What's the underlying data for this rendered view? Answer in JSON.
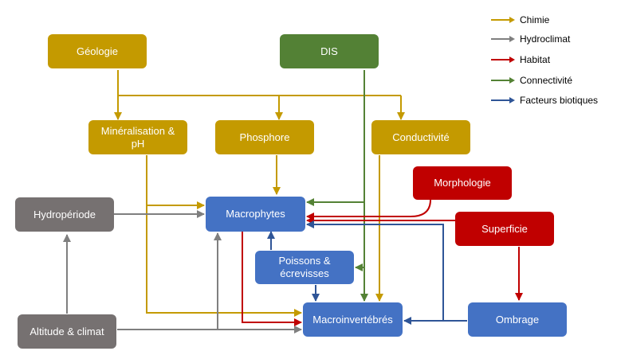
{
  "colors": {
    "chimie": "#c49a00",
    "hydroclimat": "#7f7f7f",
    "habitat": "#c00000",
    "connectivite": "#548235",
    "biotiques": "#2f5597",
    "node_chimie": "#c49a00",
    "node_hydro": "#767171",
    "node_dis": "#538135",
    "node_habitat": "#c00000",
    "node_bio": "#4472c4"
  },
  "legend": [
    {
      "label": "Chimie",
      "color": "#c49a00"
    },
    {
      "label": "Hydroclimat",
      "color": "#7f7f7f"
    },
    {
      "label": "Habitat",
      "color": "#c00000"
    },
    {
      "label": "Connectivité",
      "color": "#548235"
    },
    {
      "label": "Facteurs biotiques",
      "color": "#2f5597"
    }
  ],
  "nodes": {
    "geologie": "Géologie",
    "dis": "DIS",
    "mineralisation": "Minéralisation & pH",
    "phosphore": "Phosphore",
    "conductivite": "Conductivité",
    "morphologie": "Morphologie",
    "hydroperiode": "Hydropériode",
    "macrophytes": "Macrophytes",
    "superficie": "Superficie",
    "poissons": "Poissons & écrevisses",
    "altitude": "Altitude & climat",
    "macroinvertebres": "Macroinvertébrés",
    "ombrage": "Ombrage"
  }
}
